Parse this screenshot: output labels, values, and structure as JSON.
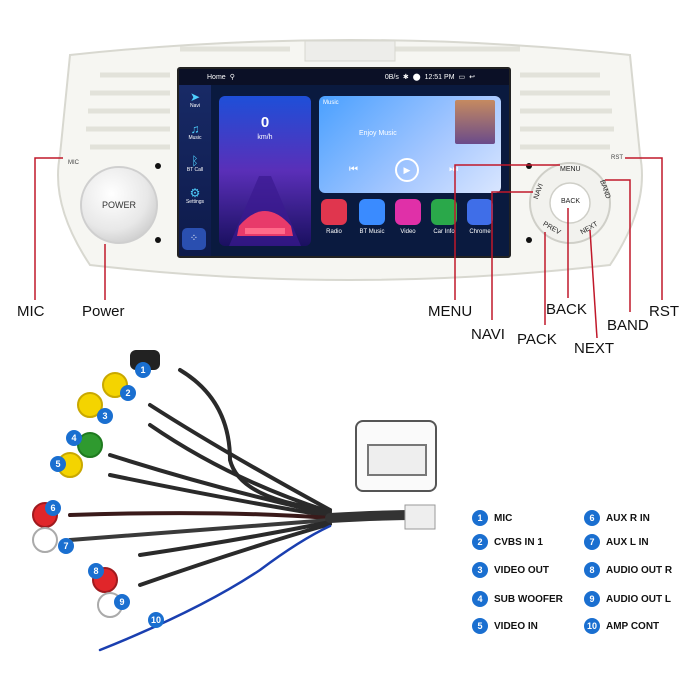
{
  "screen": {
    "status": {
      "home": "Home",
      "net": "0B/s",
      "time": "12:51 PM"
    },
    "sidebar": [
      {
        "label": "Navi",
        "icon": "navi-arrow-icon"
      },
      {
        "label": "Music",
        "icon": "music-note-icon"
      },
      {
        "label": "BT Call",
        "icon": "bluetooth-icon"
      },
      {
        "label": "Settings",
        "icon": "gear-icon"
      }
    ],
    "speed": {
      "value": "0",
      "unit": "km/h"
    },
    "music": {
      "title": "Music",
      "song": "Enjoy Music"
    },
    "apps": [
      {
        "label": "Radio",
        "color": "#e0364e"
      },
      {
        "label": "BT Music",
        "color": "#3a8bff"
      },
      {
        "label": "Video",
        "color": "#e030a8"
      },
      {
        "label": "Car Info",
        "color": "#2aa84a"
      },
      {
        "label": "Chrome",
        "color": "#3f6ee8"
      }
    ]
  },
  "unit": {
    "power_label": "POWER",
    "mic_small": "MIC",
    "rst_small": "RST",
    "buttons": {
      "menu": "MENU",
      "navi": "NAVI",
      "back": "BACK",
      "band": "BAND",
      "prev": "PREV",
      "next": "NEXT"
    }
  },
  "callouts": {
    "mic": "MIC",
    "power": "Power",
    "menu": "MENU",
    "navi": "NAVI",
    "pack": "PACK",
    "back": "BACK",
    "next": "NEXT",
    "band": "BAND",
    "rst": "RST"
  },
  "legend": [
    {
      "num": "1",
      "label": "MIC"
    },
    {
      "num": "2",
      "label": "CVBS IN 1"
    },
    {
      "num": "3",
      "label": "VIDEO OUT"
    },
    {
      "num": "4",
      "label": "SUB WOOFER"
    },
    {
      "num": "5",
      "label": "VIDEO IN"
    },
    {
      "num": "6",
      "label": "AUX R IN"
    },
    {
      "num": "7",
      "label": "AUX L IN"
    },
    {
      "num": "8",
      "label": "AUDIO OUT R"
    },
    {
      "num": "9",
      "label": "AUDIO OUT L"
    },
    {
      "num": "10",
      "label": "AMP CONT"
    }
  ],
  "cable_badges": [
    "1",
    "2",
    "3",
    "4",
    "5",
    "6",
    "7",
    "8",
    "9",
    "10"
  ]
}
